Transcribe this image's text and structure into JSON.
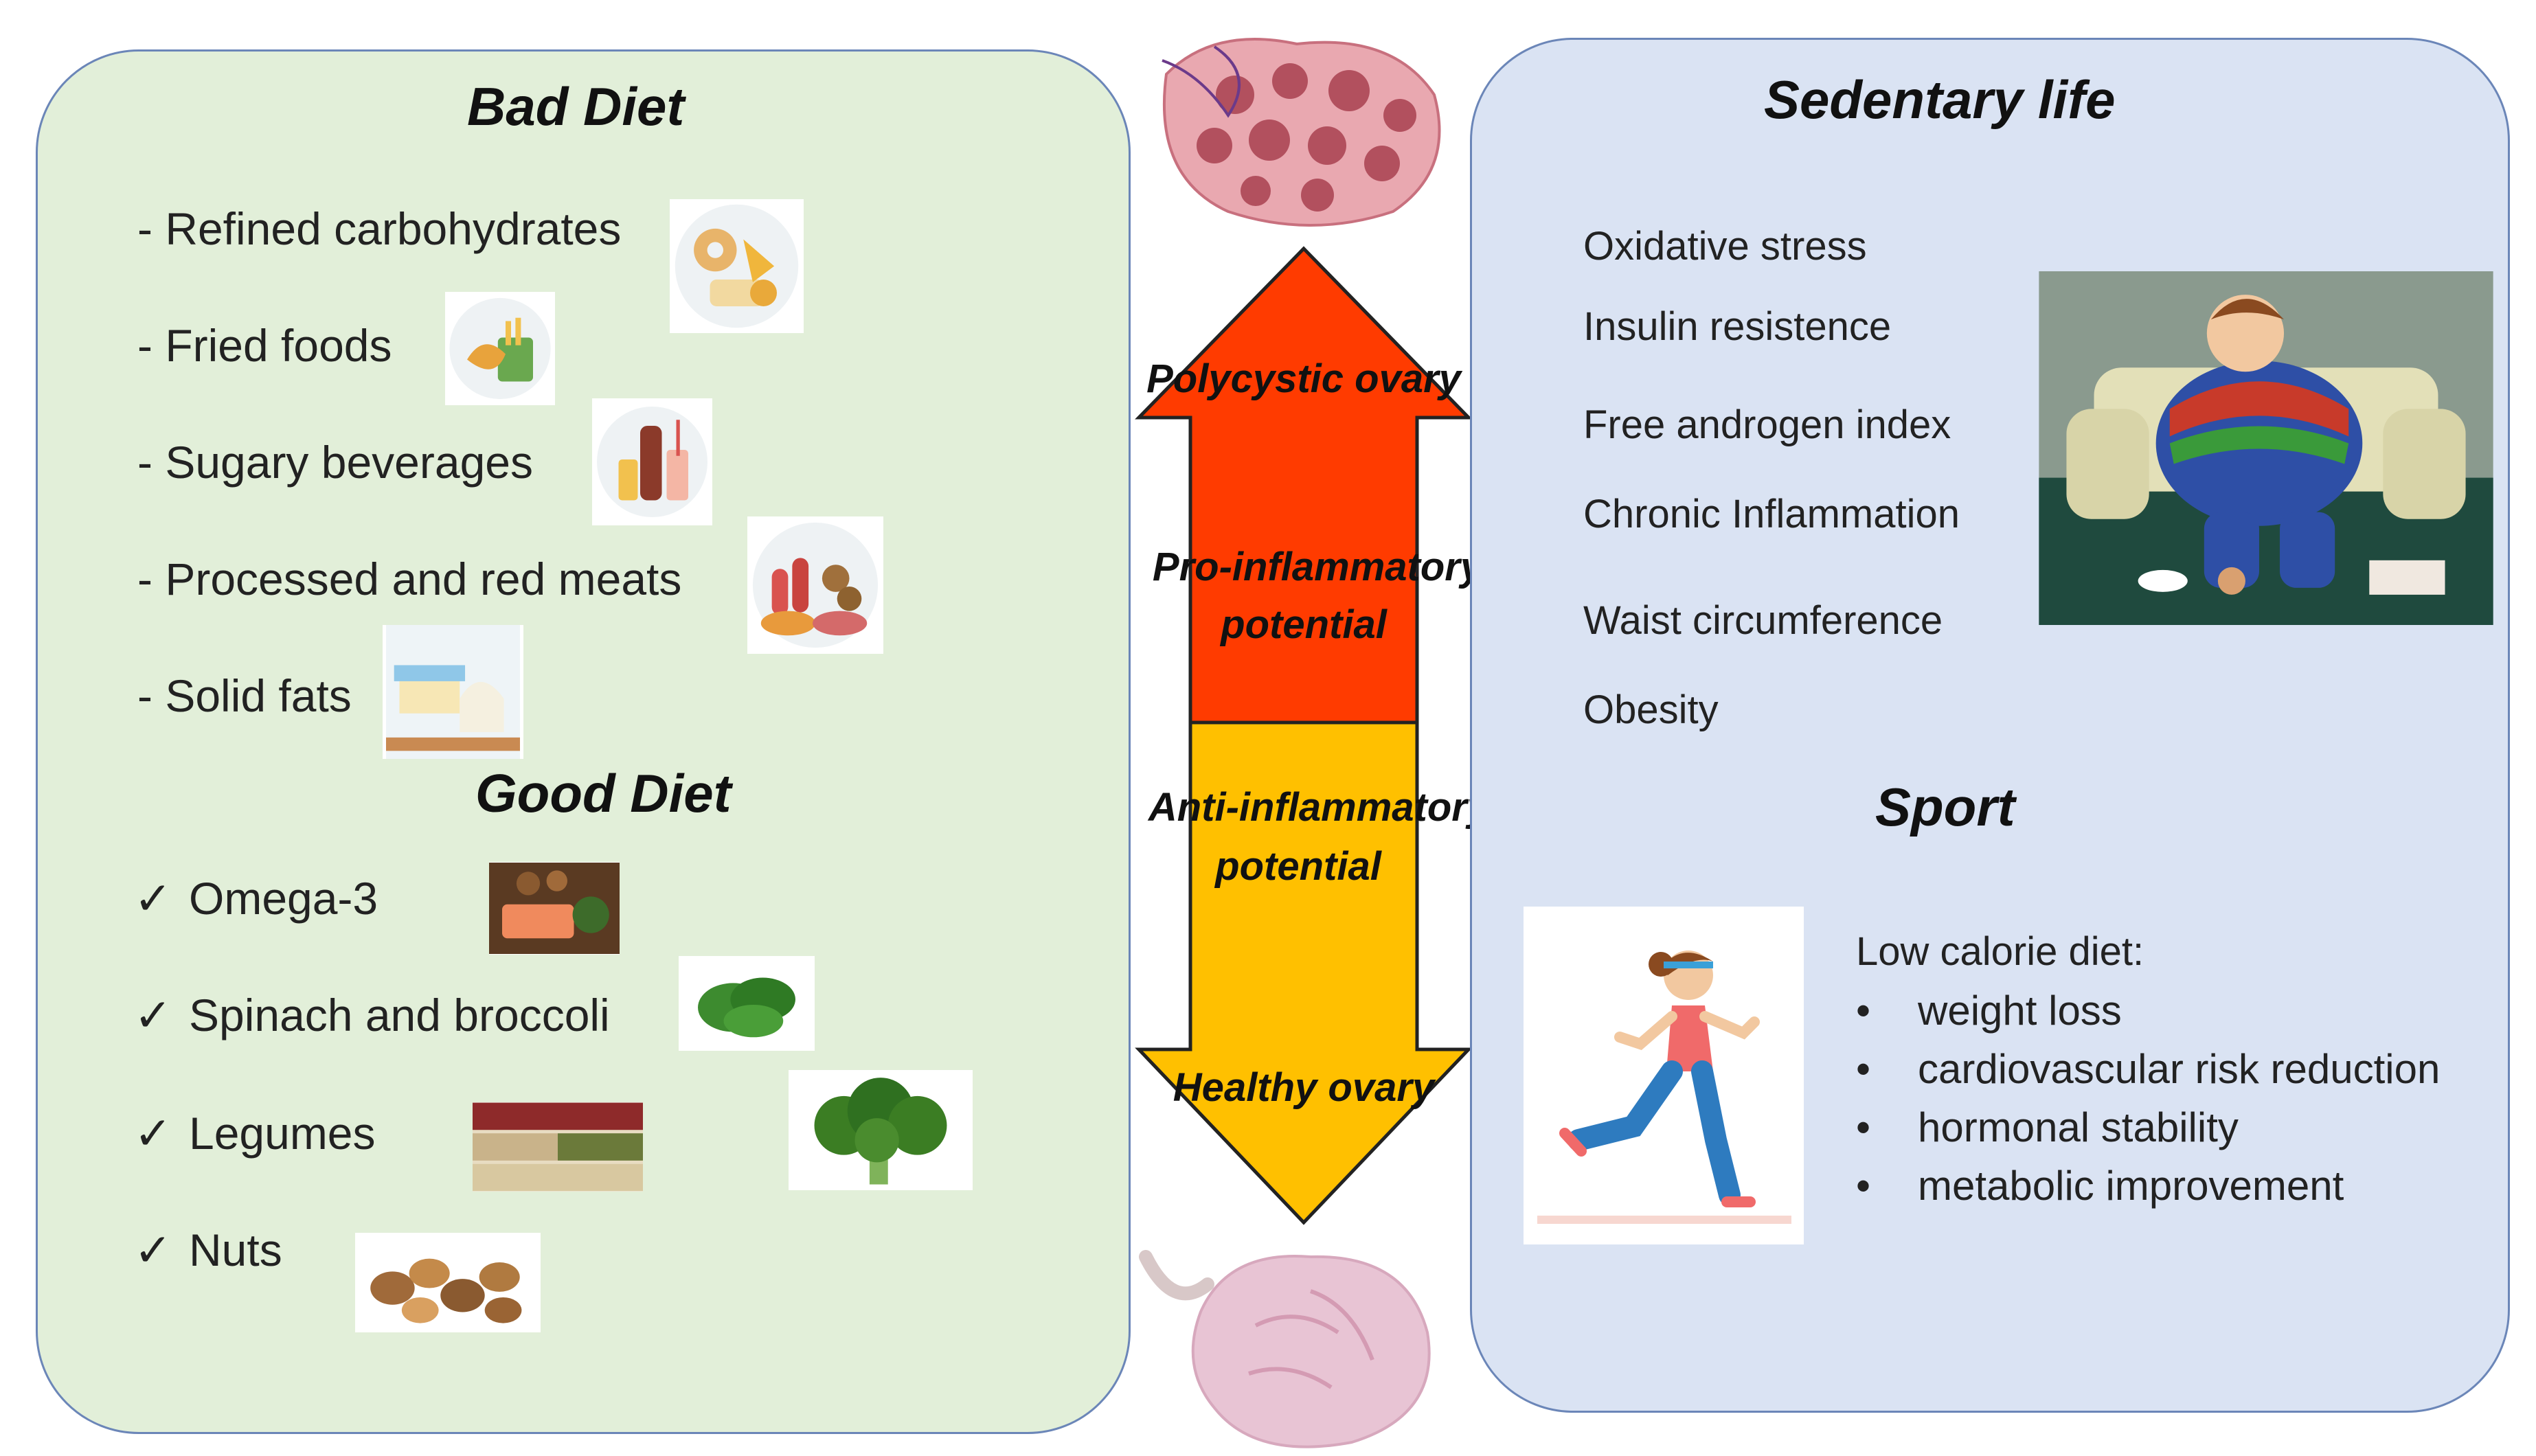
{
  "bad_diet": {
    "title": "Bad Diet",
    "items": [
      {
        "label": "- Refined carbohydrates",
        "icon": "bread-pastry-icon"
      },
      {
        "label": "- Fried foods",
        "icon": "fried-food-icon"
      },
      {
        "label": "- Sugary beverages",
        "icon": "beverages-icon"
      },
      {
        "label": "- Processed and red meats",
        "icon": "meats-icon"
      },
      {
        "label": "- Solid fats",
        "icon": "butter-icon"
      }
    ]
  },
  "good_diet": {
    "title": "Good Diet",
    "check": "✓",
    "items": [
      {
        "label": "Omega-3",
        "icon": "salmon-icon"
      },
      {
        "label": "Spinach and broccoli",
        "icon": "spinach-icon"
      },
      {
        "label": "Legumes",
        "icon": "legumes-icon"
      },
      {
        "label": "Nuts",
        "icon": "nuts-icon"
      }
    ],
    "extra_icon": "broccoli-icon"
  },
  "center": {
    "top_organ": "polycystic-ovary-illustration",
    "bottom_organ": "healthy-ovary-illustration",
    "labels": {
      "polycystic": "Polycystic ovary",
      "pro_line1": "Pro-inflammatory",
      "pro_line2": "potential",
      "anti_line1": "Anti-inflammatory",
      "anti_line2": "potential",
      "healthy": "Healthy ovary"
    },
    "colors": {
      "upper": "#ff3b00",
      "lower": "#ffc000",
      "outline": "#222222"
    }
  },
  "sedentary": {
    "title": "Sedentary life",
    "items": [
      "Oxidative stress",
      "Insulin resistence",
      "Free androgen index",
      "Chronic Inflammation",
      "Waist circumference",
      "Obesity"
    ],
    "image": "couch-potato-illustration"
  },
  "sport": {
    "title": "Sport",
    "subtitle": "Low calorie diet:",
    "bullet": "•",
    "items": [
      "weight loss",
      "cardiovascular risk reduction",
      "hormonal stability",
      "metabolic improvement"
    ],
    "image": "runner-illustration"
  },
  "colors": {
    "left_panel": "#e2efd9",
    "right_panel": "#dae3f3",
    "panel_border": "#6b86b8"
  }
}
